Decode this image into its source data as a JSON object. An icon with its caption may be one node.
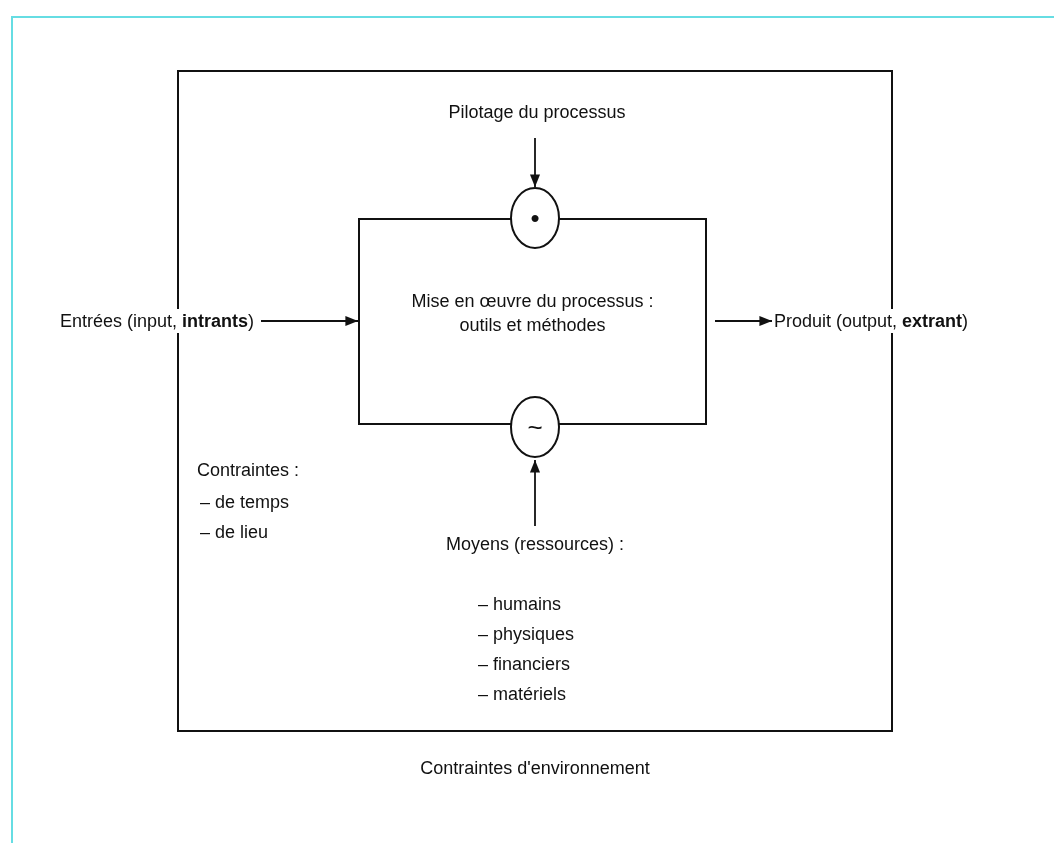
{
  "diagram": {
    "nodes": [
      {
        "text": [
          "Contraintes d'environnement"
        ]
      },
      {
        "text": [
          "Pilotage du processus"
        ],
        "in": 0
      },
      {
        "text": [
          "•"
        ],
        "in": 0
      },
      {
        "text": [
          "Mise en œuvre du processus : outils et méthodes"
        ],
        "in": 0
      },
      {
        "text": [
          "~"
        ],
        "in": 0
      },
      {
        "text": [
          "Entrées (input, **intrants**)"
        ]
      },
      {
        "text": [
          "Produit (output, **extrant**)"
        ]
      },
      {
        "text": [
          "Moyens (ressources) :",
          "– humains",
          "– physiques",
          "– financiers",
          "– matériels"
        ],
        "in": 0
      }
    ],
    "edges": [
      {
        "from": 1,
        "to": 2,
        "arrow": "to"
      },
      {
        "from": 5,
        "to": 3,
        "arrow": "to"
      },
      {
        "from": 3,
        "to": 6,
        "arrow": "to"
      },
      {
        "from": 7,
        "to": 4,
        "arrow": "to"
      }
    ],
    "labels": [
      "Contraintes :",
      "– de temps",
      "– de lieu"
    ]
  }
}
